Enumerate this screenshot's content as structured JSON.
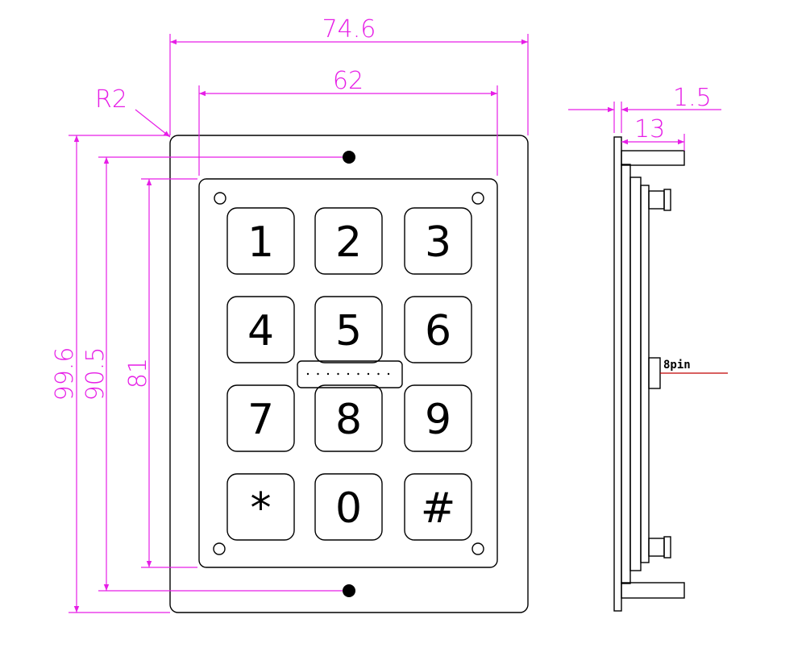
{
  "colors": {
    "dimension": "#e61ee6",
    "outline": "#000000",
    "pin_line": "#c00000",
    "background": "#ffffff"
  },
  "dimensions": {
    "overall_width": "74.6",
    "inner_width": "62",
    "corner_radius": "R2",
    "panel_thickness": "1.5",
    "depth": "13",
    "overall_height": "99.6",
    "hole_spacing": "90.5",
    "inner_height": "81"
  },
  "keypad": {
    "keys": [
      {
        "label": "1"
      },
      {
        "label": "2"
      },
      {
        "label": "3"
      },
      {
        "label": "4"
      },
      {
        "label": "5"
      },
      {
        "label": "6"
      },
      {
        "label": "7"
      },
      {
        "label": "8"
      },
      {
        "label": "9"
      },
      {
        "label": "*"
      },
      {
        "label": "0"
      },
      {
        "label": "#"
      }
    ]
  },
  "side_view": {
    "connector_label": "8pin"
  }
}
